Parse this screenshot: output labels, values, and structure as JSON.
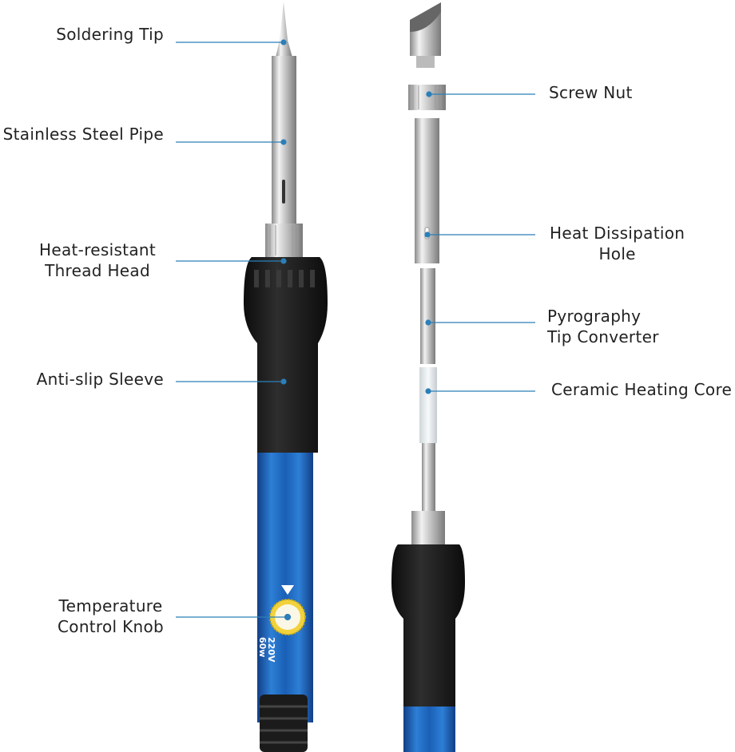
{
  "labels": {
    "soldering_tip": "Soldering Tip",
    "stainless_steel_pipe": "Stainless Steel Pipe",
    "thread_head_1": "Heat-resistant",
    "thread_head_2": "Thread Head",
    "anti_slip_sleeve": "Anti-slip Sleeve",
    "temp_knob_1": "Temperature",
    "temp_knob_2": "Control Knob",
    "screw_nut": "Screw Nut",
    "heat_hole_1": "Heat Dissipation",
    "heat_hole_2": "Hole",
    "pyro_1": "Pyrography",
    "pyro_2": "Tip Converter",
    "ceramic_core": "Ceramic Heating Core"
  },
  "knob_text": {
    "voltage": "220V",
    "power": "60w"
  },
  "colors": {
    "leader": "#2b7fb8",
    "handle": "#1f6fc4",
    "grip": "#1b1b1b",
    "knob": "#f2d23c"
  }
}
